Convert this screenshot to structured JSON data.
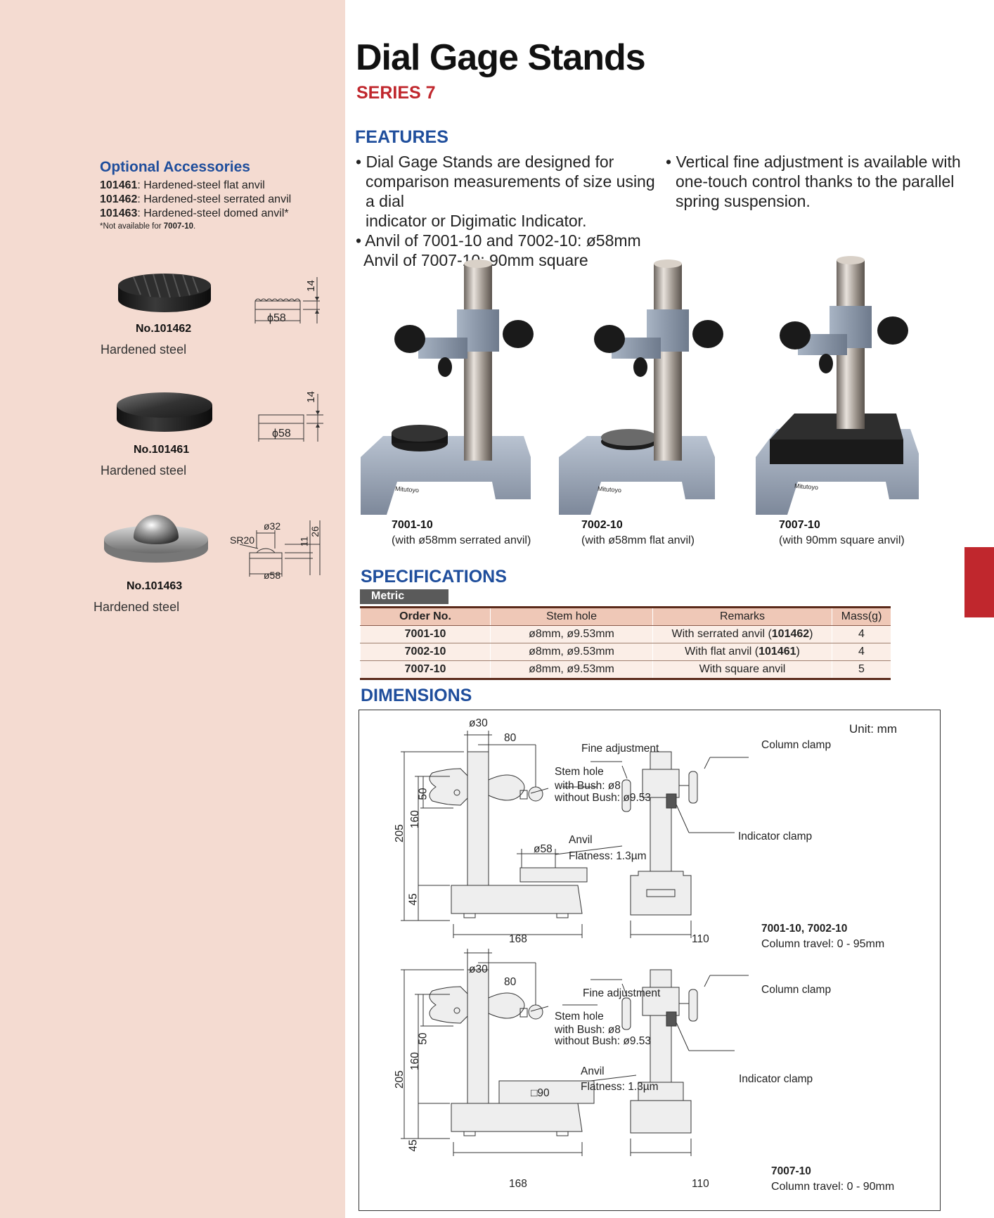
{
  "header": {
    "title": "Dial Gage Stands",
    "series": "SERIES 7"
  },
  "features": {
    "heading": "FEATURES",
    "left_bullets": [
      [
        "• Dial Gage Stands are designed for",
        "comparison measurements of size using a dial",
        "indicator or Digimatic Indicator."
      ],
      [
        "• Anvil of 7001-10 and 7002-10: ø58mm",
        "Anvil of 7007-10: 90mm square"
      ]
    ],
    "right_bullets": [
      [
        "• Vertical fine adjustment is available with",
        "one-touch control thanks to the parallel",
        "spring suspension."
      ]
    ]
  },
  "accessories": {
    "title": "Optional Accessories",
    "items": [
      {
        "code": "101461",
        "desc": ":  Hardened-steel flat anvil"
      },
      {
        "code": "101462",
        "desc": ":  Hardened-steel serrated anvil"
      },
      {
        "code": "101463",
        "desc": ":  Hardened-steel domed anvil*"
      }
    ],
    "note_prefix": "*Not available for ",
    "note_bold": "7007-10",
    "note_suffix": "."
  },
  "anvils": [
    {
      "no": "No.101462",
      "material": "Hardened steel",
      "dia": "ϕ58",
      "height": "14"
    },
    {
      "no": "No.101461",
      "material": "Hardened steel",
      "dia": "ϕ58",
      "height": "14"
    },
    {
      "no": "No.101463",
      "material": "Hardened steel",
      "dia": "ø58",
      "top": "ø32",
      "sr": "SR20",
      "h1": "11",
      "h2": "26"
    }
  ],
  "products": [
    {
      "model": "7001-10",
      "desc": "(with ø58mm serrated anvil)",
      "brand": "Mitutoyo"
    },
    {
      "model": "7002-10",
      "desc": "(with ø58mm flat anvil)",
      "brand": "Mitutoyo"
    },
    {
      "model": "7007-10",
      "desc": "(with 90mm square anvil)",
      "brand": "Mitutoyo"
    }
  ],
  "specifications": {
    "heading": "SPECIFICATIONS",
    "unit_tab": "Metric",
    "columns": [
      "Order No.",
      "Stem hole",
      "Remarks",
      "Mass(g)"
    ],
    "rows": [
      {
        "order": "7001-10",
        "stem": "ø8mm, ø9.53mm",
        "remark": "With serrated anvil (",
        "remark_bold": "101462",
        "remark_end": ")",
        "mass": "4"
      },
      {
        "order": "7002-10",
        "stem": "ø8mm, ø9.53mm",
        "remark": "With flat anvil (",
        "remark_bold": "101461",
        "remark_end": ")",
        "mass": "4"
      },
      {
        "order": "7007-10",
        "stem": "ø8mm, ø9.53mm",
        "remark": "With square anvil",
        "remark_bold": "",
        "remark_end": "",
        "mass": "5"
      }
    ]
  },
  "dimensions": {
    "heading": "DIMENSIONS",
    "unit": "Unit: mm",
    "labels": {
      "fine": "Fine adjustment",
      "stem": "Stem hole",
      "bush": "with Bush: ø8",
      "nobush": "without Bush: ø9.53",
      "anvil": "Anvil",
      "flat": "Flatness: 1.3µm",
      "colclamp": "Column clamp",
      "indclamp": "Indicator clamp",
      "d30": "ø30",
      "d80": "80",
      "d205": "205",
      "d160": "160",
      "d50": "50",
      "d45": "45",
      "d168": "168",
      "d110": "110",
      "d58": "ø58",
      "sq90": "□90"
    },
    "top": {
      "model": "7001-10, 7002-10",
      "travel": "Column travel: 0 - 95mm"
    },
    "bottom": {
      "model": "7007-10",
      "travel": "Column travel: 0 - 90mm"
    }
  }
}
